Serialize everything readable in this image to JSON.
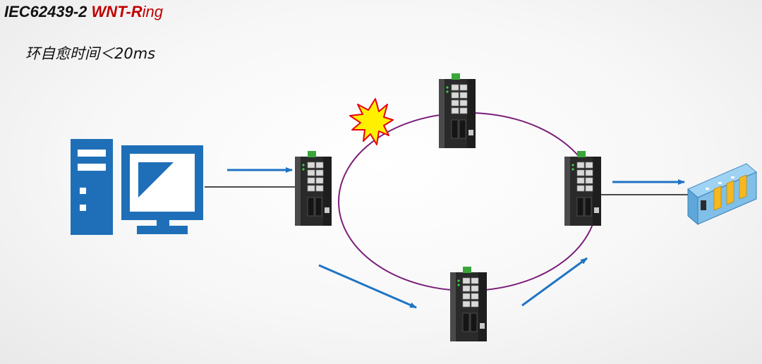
{
  "header": {
    "standard": "IEC62439-2",
    "brand_prefix": "WNT-R",
    "brand_suffix": "ing",
    "subtitle": "环自愈时间＜20ms"
  },
  "colors": {
    "ring": "#7a1f7a",
    "arrow": "#1f74c4",
    "link": "#111111",
    "pc": "#1f6fb8",
    "fault_star": "#ffef00",
    "fault_outline": "#e60012",
    "brand": "#c00000"
  },
  "icons": {
    "pc": "computer-icon",
    "switch": "industrial-switch-icon",
    "plc": "plc-icon",
    "fault": "fault-burst-icon"
  }
}
